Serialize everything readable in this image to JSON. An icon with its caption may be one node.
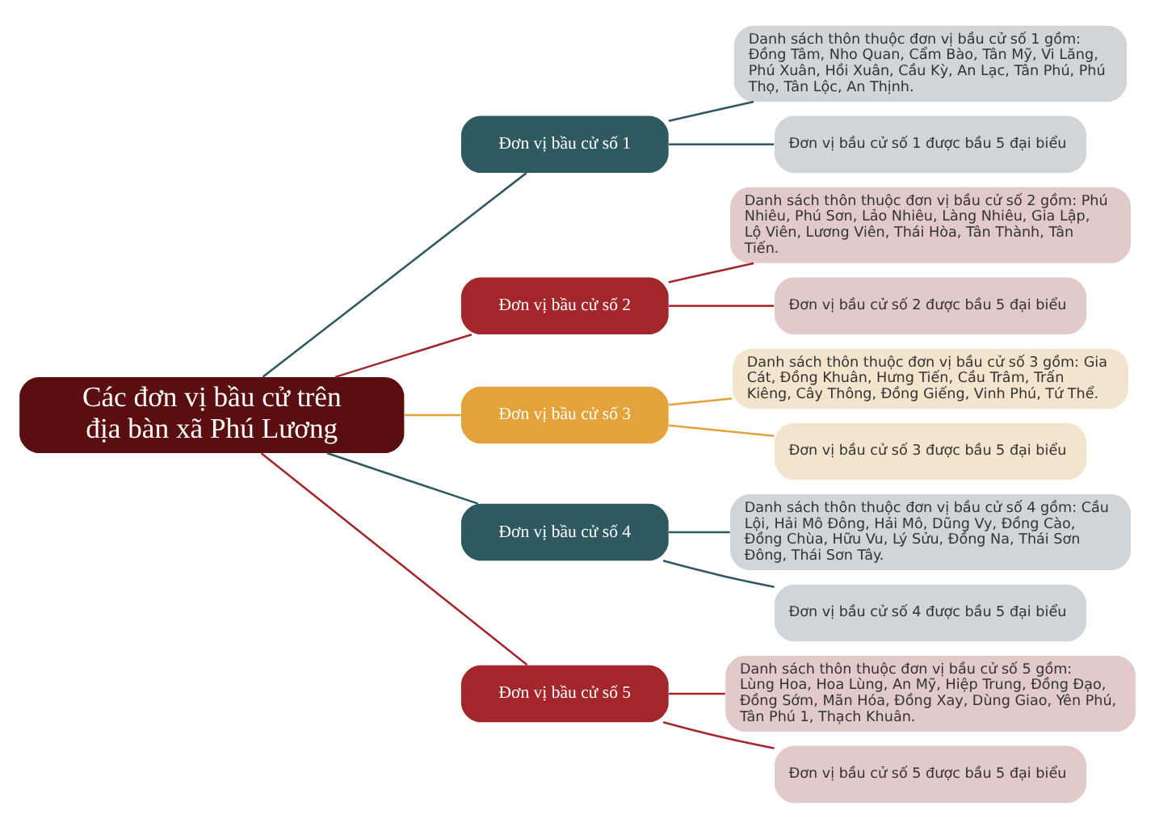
{
  "diagram": {
    "nodes": [
      {
        "text": [
          "Các đơn vị bầu cử trên địa bàn xã Phú Lương"
        ]
      },
      {
        "text": [
          "Đơn vị bầu cử số 1"
        ]
      },
      {
        "text": [
          "Danh sách thôn thuộc đơn vị bầu cử số 1 gồm: Đồng Tâm, Nho Quan, Cẩm Bào, Tân Mỹ, Vi Lăng, Phú Xuân, Hồi Xuân, Cầu Kỳ, An Lạc, Tân Phú, Phú Thọ, Tân Lộc, An Thịnh."
        ]
      },
      {
        "text": [
          "Đơn vị bầu cử số 1 được bầu 5 đại biểu"
        ]
      },
      {
        "text": [
          "Đơn vị bầu cử số 2"
        ]
      },
      {
        "text": [
          "Danh sách thôn thuộc đơn vị bầu cử số 2 gồm: Phú Nhiêu, Phú Sơn, Lảo Nhiêu, Làng Nhiêu, Gia Lập, Lộ Viên, Lương Viên, Thái Hòa, Tân Thành, Tân Tiến."
        ]
      },
      {
        "text": [
          "Đơn vị bầu cử số 2 được bầu 5 đại biểu"
        ]
      },
      {
        "text": [
          "Đơn vị bầu cử số 3"
        ]
      },
      {
        "text": [
          "Danh sách thôn thuộc đơn vị bầu cử số 3 gồm: Gia Cát, Đồng Khuân, Hưng Tiến, Cầu Trâm, Trấn Kiêng, Cây Thông, Đồng Giếng, Vinh Phú, Tứ Thể."
        ]
      },
      {
        "text": [
          "Đơn vị bầu cử số 3 được bầu 5 đại biểu"
        ]
      },
      {
        "text": [
          "Đơn vị bầu cử số 4"
        ]
      },
      {
        "text": [
          "Danh sách thôn thuộc đơn vị bầu cử số 4 gồm: Cầu Lội, Hải Mô Đông, Hải Mô, Dũng Vy, Đồng Cào, Đồng Chùa, Hữu Vu, Lý Sửu, Đồng Na, Thái Sơn Đông, Thái Sơn Tây."
        ]
      },
      {
        "text": [
          "Đơn vị bầu cử số 4 được bầu 5 đại biểu"
        ]
      },
      {
        "text": [
          "Đơn vị bầu cử số 5"
        ]
      },
      {
        "text": [
          "Danh sách thôn thuộc đơn vị bầu cử số 5 gồm: Lùng Hoa, Hoa Lùng, An Mỹ, Hiệp Trung, Đồng Đạo, Đồng Sớm, Mãn Hóa, Đồng Xay, Dùng Giao, Yên Phú, Tân Phú 1, Thạch Khuân."
        ]
      },
      {
        "text": [
          "Đơn vị bầu cử số 5 được bầu 5 đại biểu"
        ]
      }
    ],
    "edges": [
      {
        "from": 0,
        "to": 1,
        "arrow": "none",
        "color": "#2f5961"
      },
      {
        "from": 1,
        "to": 2,
        "arrow": "none",
        "color": "#2f5961"
      },
      {
        "from": 1,
        "to": 3,
        "arrow": "none",
        "color": "#2f5961"
      },
      {
        "from": 0,
        "to": 4,
        "arrow": "none",
        "color": "#a3262a"
      },
      {
        "from": 4,
        "to": 5,
        "arrow": "none",
        "color": "#a3262a"
      },
      {
        "from": 4,
        "to": 6,
        "arrow": "none",
        "color": "#a3262a"
      },
      {
        "from": 0,
        "to": 7,
        "arrow": "none",
        "color": "#e3a33a"
      },
      {
        "from": 7,
        "to": 8,
        "arrow": "none",
        "color": "#e3a33a"
      },
      {
        "from": 7,
        "to": 9,
        "arrow": "none",
        "color": "#e3a33a"
      },
      {
        "from": 0,
        "to": 10,
        "arrow": "none",
        "color": "#2f5961"
      },
      {
        "from": 10,
        "to": 11,
        "arrow": "none",
        "color": "#2f5961"
      },
      {
        "from": 10,
        "to": 12,
        "arrow": "none",
        "color": "#2f5961"
      },
      {
        "from": 0,
        "to": 13,
        "arrow": "none",
        "color": "#a3262a"
      },
      {
        "from": 13,
        "to": 14,
        "arrow": "none",
        "color": "#a3262a"
      },
      {
        "from": 13,
        "to": 15,
        "arrow": "none",
        "color": "#a3262a"
      }
    ]
  }
}
